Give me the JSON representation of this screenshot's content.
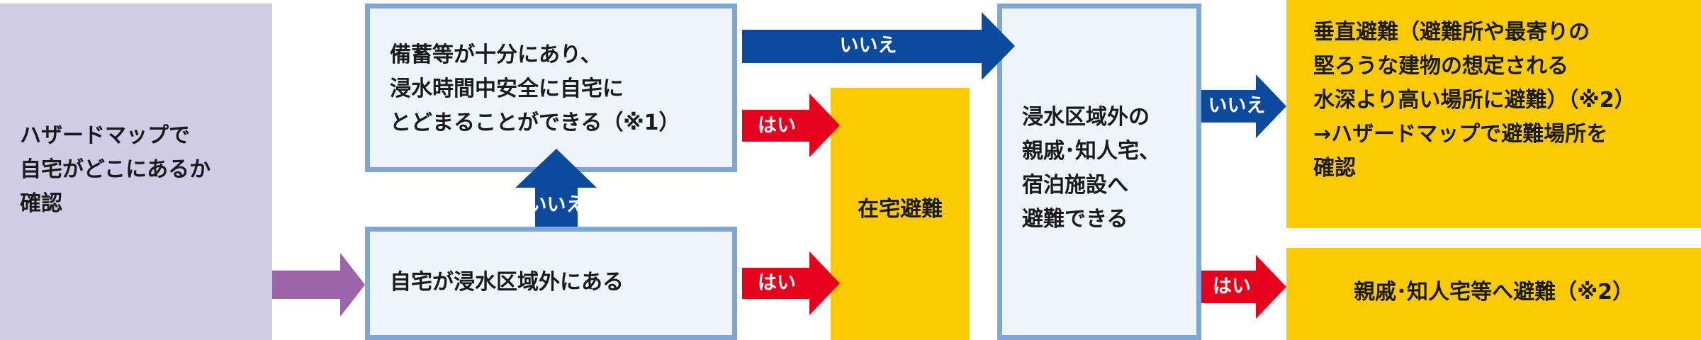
{
  "start": {
    "text": "ハザードマップで\n自宅がどこにあるか\n確認"
  },
  "question1": {
    "text": "備蓄等が十分にあり、\n浸水時間中安全に自宅に\nとどまることができる（※1）"
  },
  "question2": {
    "text": "自宅が浸水区域外にある"
  },
  "question3": {
    "text": "浸水区域外の\n親戚･知人宅、\n宿泊施設へ\n避難できる"
  },
  "outcomes": {
    "home_shelter": "在宅避難",
    "vertical_evacuation": "垂直避難（避難所や最寄りの\n堅ろうな建物の想定される\n水深より高い場所に避難）（※2）\n→ハザードマップで避難場所を\n確認",
    "relatives_evacuation": "親戚･知人宅等へ避難（※2）"
  },
  "arrows": {
    "q1_no": "いいえ",
    "q1_yes": "はい",
    "q2_no": "いいえ",
    "q2_yes": "はい",
    "q3_no": "いいえ",
    "q3_yes": "はい"
  },
  "colors": {
    "start_fill": "#d0cce6",
    "start_arrow": "#9d63a8",
    "question_fill": "#eef6fc",
    "question_border": "#7fa6d8",
    "no_arrow": "#0b4a9c",
    "yes_arrow": "#e5001c",
    "outcome_fill": "#fcca00"
  }
}
